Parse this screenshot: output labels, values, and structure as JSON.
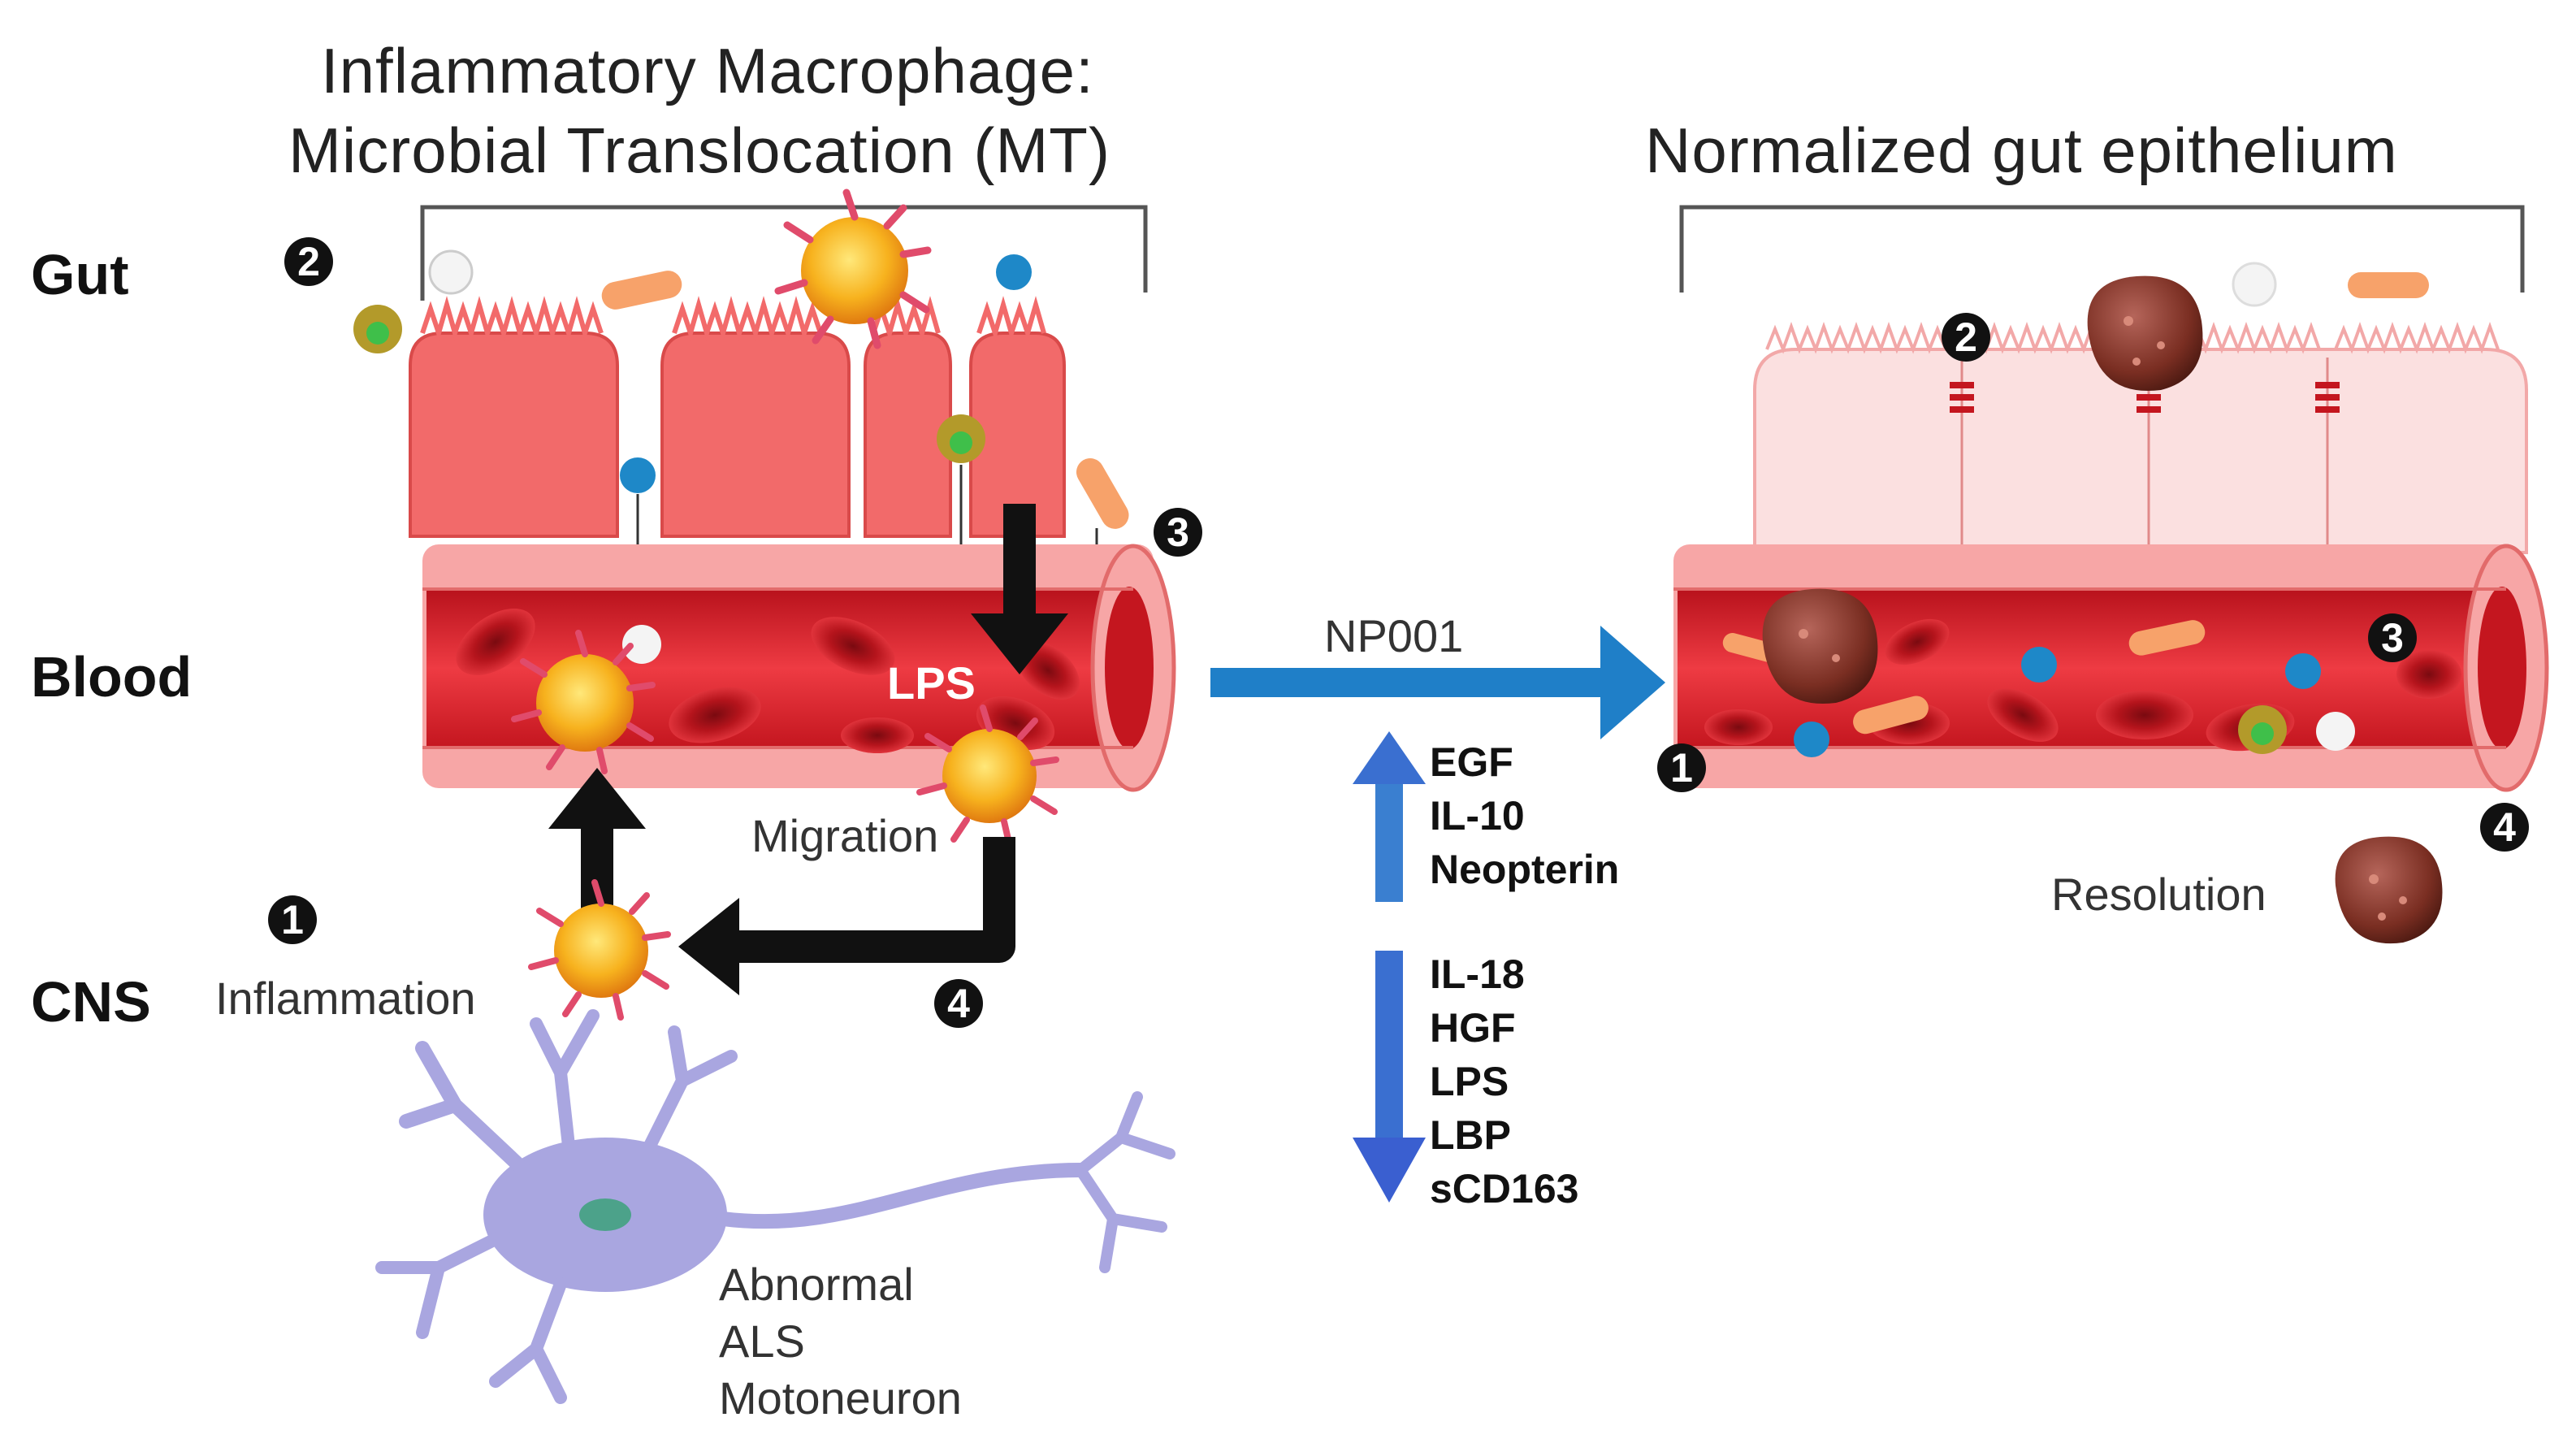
{
  "titles": {
    "left_line1": "Inflammatory Macrophage:",
    "left_line2": "Microbial Translocation (MT)",
    "right": "Normalized gut epithelium"
  },
  "rows": {
    "gut": "Gut",
    "blood": "Blood",
    "cns": "CNS"
  },
  "left_panel": {
    "lps": "LPS",
    "migration": "Migration",
    "inflammation": "Inflammation",
    "neuron_label": [
      "Abnormal",
      "ALS",
      "Motoneuron"
    ],
    "step_markers": [
      "1",
      "2",
      "3",
      "4"
    ]
  },
  "center": {
    "drug": "NP001",
    "increased": [
      "EGF",
      "IL-10",
      "Neopterin"
    ],
    "decreased": [
      "IL-18",
      "HGF",
      "LPS",
      "LBP",
      "sCD163"
    ],
    "arrow_up_icon": "arrow-up-icon",
    "arrow_down_icon": "arrow-down-icon",
    "arrow_right_icon": "arrow-right-icon"
  },
  "right_panel": {
    "resolution": "Resolution",
    "step_markers": [
      "1",
      "2",
      "3",
      "4"
    ]
  },
  "colors": {
    "vessel": "#e8343c",
    "vessel_light": "#f7a6a6",
    "gut_cell": "#f26a6a",
    "gut_cell_normal": "#fbe0e0",
    "macrophage": "#f6a21a",
    "resolved_macrophage": "#8a3a2a",
    "arrow_blue": "#1f7fc8",
    "neuron": "#a9a6e0",
    "black_arrow": "#111111"
  }
}
